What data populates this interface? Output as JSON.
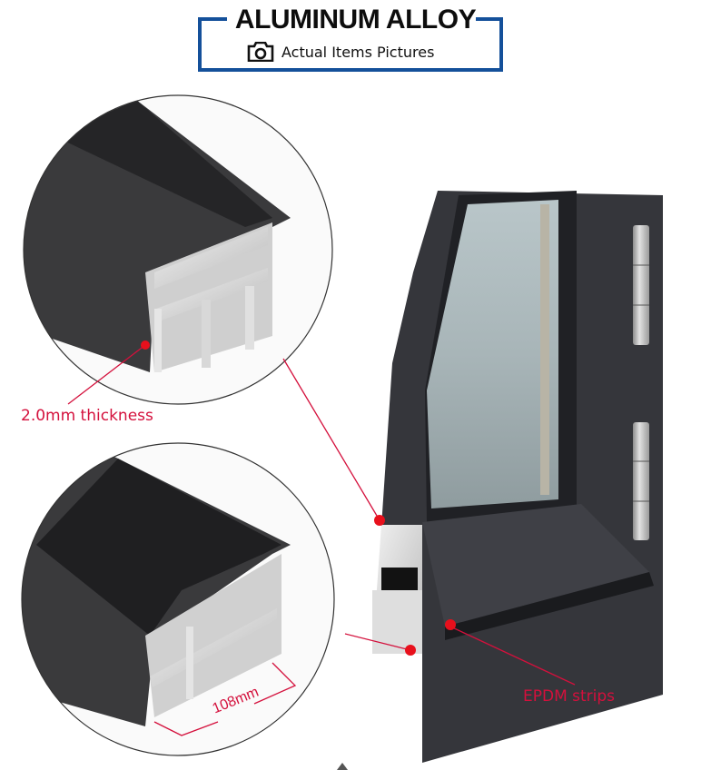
{
  "header": {
    "title": "ALUMINUM ALLOY",
    "subtitle": "Actual Items Pictures",
    "icon": "camera-icon",
    "border_color": "#14509a"
  },
  "callouts": {
    "thickness": "2.0mm thickness",
    "width": "108mm",
    "seal": "EPDM strips",
    "color": "#d4103c"
  },
  "images": {
    "top_circle": "aluminum-profile-cross-section-top",
    "bottom_circle": "aluminum-profile-cross-section-bottom",
    "main": "casement-window-corner-sample"
  }
}
